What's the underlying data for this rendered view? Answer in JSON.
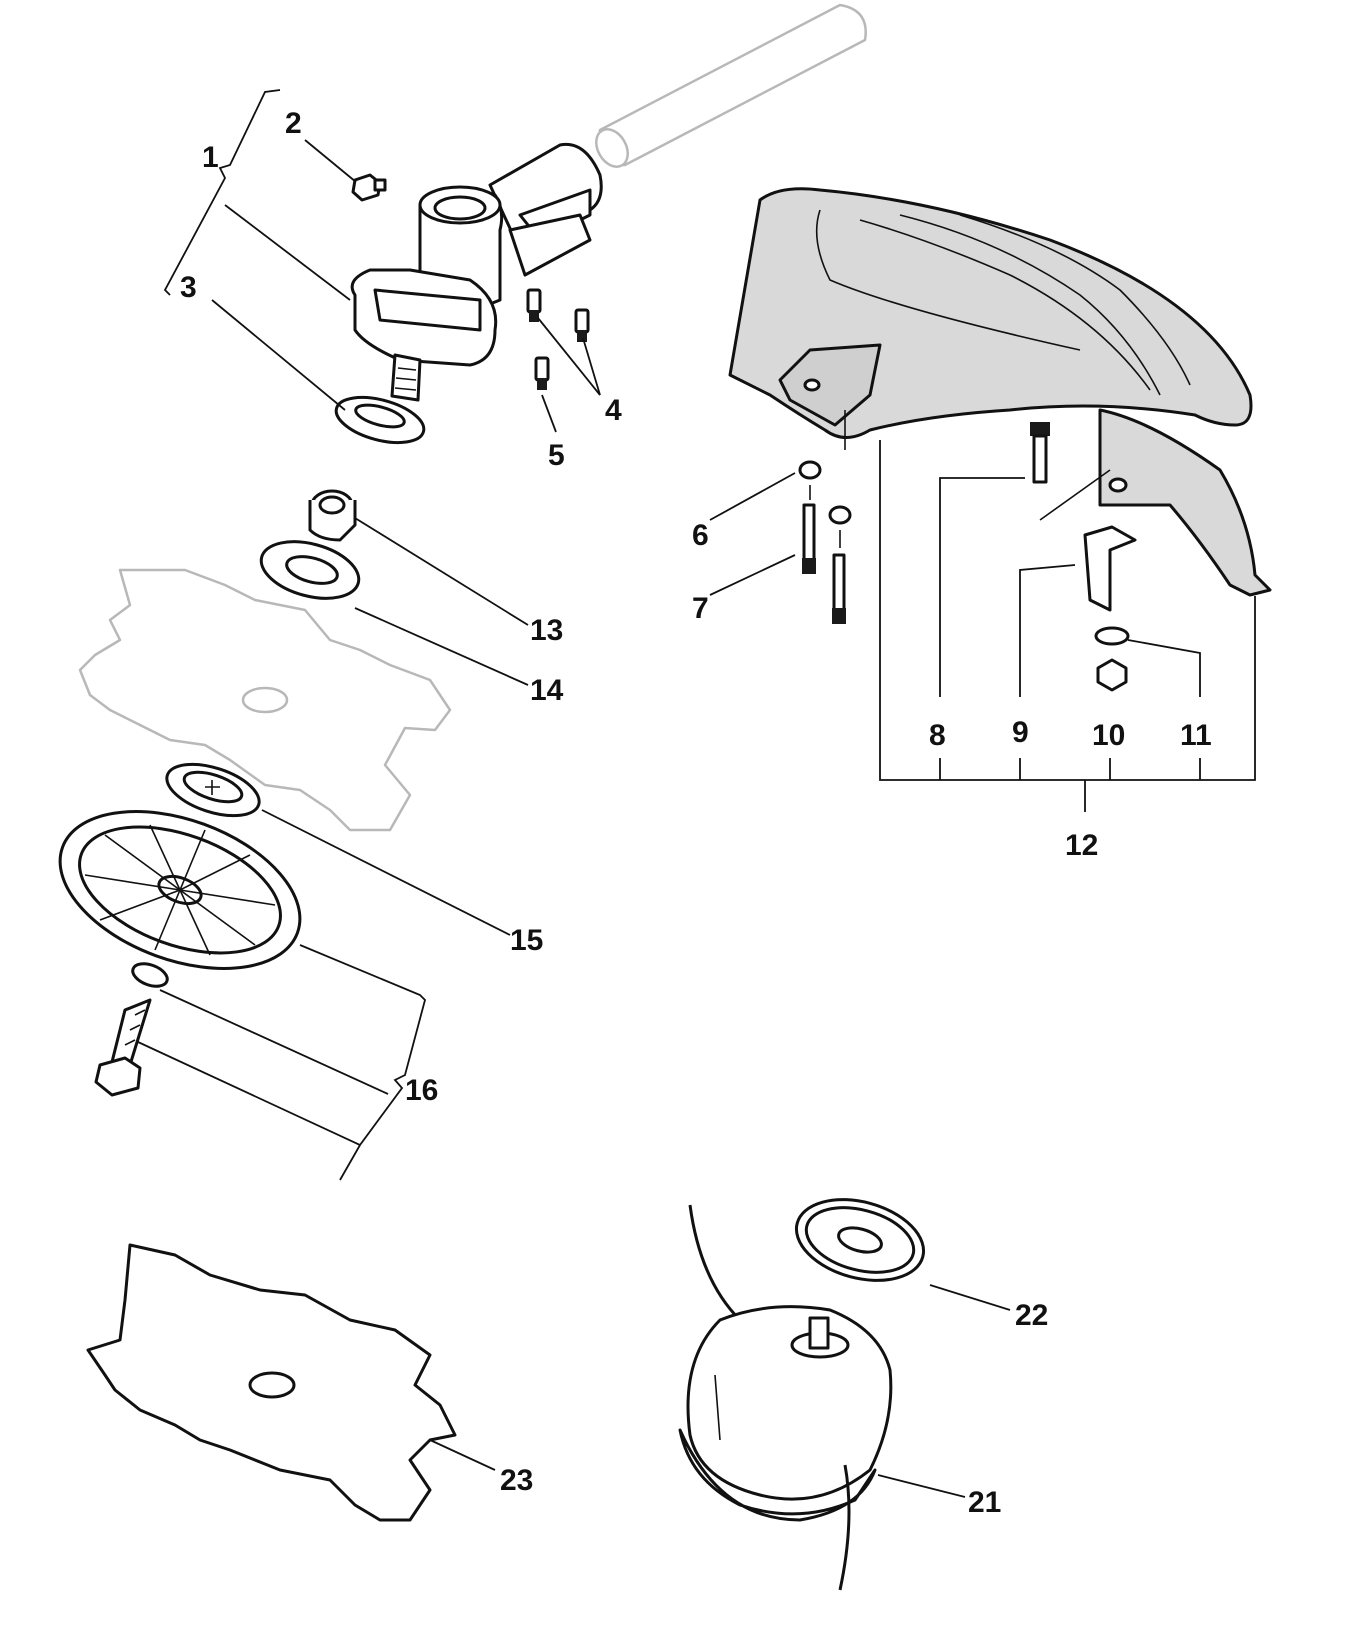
{
  "callouts": {
    "c1": "1",
    "c2": "2",
    "c3": "3",
    "c4": "4",
    "c5": "5",
    "c6": "6",
    "c7": "7",
    "c8": "8",
    "c9": "9",
    "c10": "10",
    "c11": "11",
    "c12": "12",
    "c13": "13",
    "c14": "14",
    "c15": "15",
    "c16": "16",
    "c21": "21",
    "c22": "22",
    "c23": "23"
  },
  "colors": {
    "line": "#111111",
    "guard_fill": "#d9d9d9",
    "ghost": "#b8b8b8"
  }
}
